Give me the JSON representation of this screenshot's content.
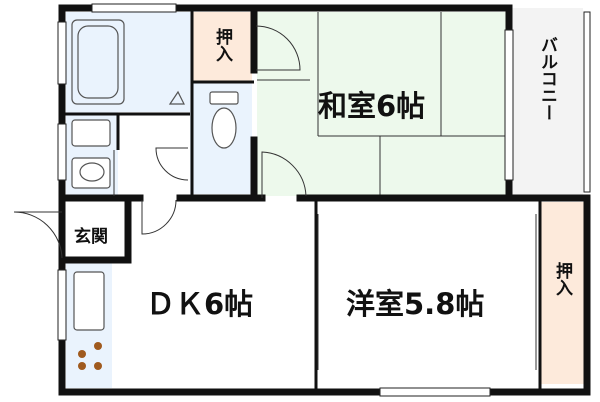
{
  "rooms": {
    "washitsu": "和室6帖",
    "yoshitsu": "洋室5.8帖",
    "dk": "ＤＫ6帖",
    "genkan": "玄関",
    "oshiire_top": "押入",
    "oshiire_right": "押入",
    "balcony": "バルコニー"
  },
  "colors": {
    "wall": "#111111",
    "bath_fill": "#eaf3fd",
    "tatami_fill": "#edf9ec",
    "closet_fill": "#fdeadb",
    "balcony_fill": "#f3f3f3",
    "stove_dot": "#a05a1e",
    "fixture_line": "#555555"
  },
  "icons": [
    "bathtub-icon",
    "toilet-icon",
    "washbasin-icon",
    "kitchen-sink-icon",
    "stove-burner-icon"
  ]
}
